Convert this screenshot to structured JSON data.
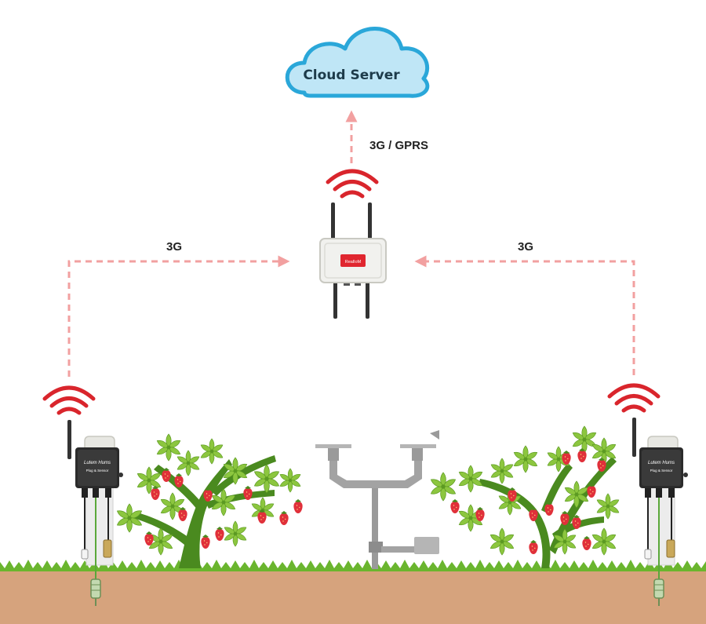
{
  "cloud": {
    "label": "Cloud Server",
    "fill": "#bfe6f6",
    "stroke": "#2aa7d9"
  },
  "links": {
    "uplink_label": "3G / GPRS",
    "left_label": "3G",
    "right_label": "3G",
    "arrow_color": "#f2a0a0"
  },
  "gateway": {
    "badge_text": "RealIoM",
    "accent": "#e0262f"
  },
  "node_left": {
    "brand": "Lutem Hums",
    "subtitle": "Plug & Sensor"
  },
  "node_right": {
    "brand": "Lutem Hums",
    "subtitle": "Plug & Sensor"
  },
  "colors": {
    "signal": "#d9252c",
    "grass": "#6ab52e",
    "soil": "#d6a37d",
    "leaf": "#8cc63f",
    "trunk": "#4a8a1f",
    "berry": "#e0303a"
  }
}
